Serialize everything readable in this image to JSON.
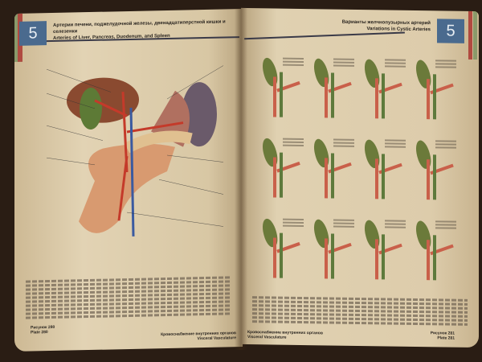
{
  "left_page": {
    "chapter": "5",
    "title_ru": "Артерии печени, поджелудочной железы, двенадцатиперстной кишки и селезенки",
    "title_en": "Arteries of Liver, Pancreas, Duodenum, and Spleen",
    "plate_ru": "Рисунок 280",
    "plate_en": "Plate 280",
    "section_ru": "Кровоснабжение внутренних органов",
    "section_en": "Visceral Vasculature"
  },
  "right_page": {
    "chapter": "5",
    "title_ru": "Варианты желчнопузырных артерий",
    "title_en": "Variations in Cystic Arteries",
    "plate_ru": "Рисунок 281",
    "plate_en": "Plate 281",
    "section_ru": "Кровоснабжение внутренних органов",
    "section_en": "Visceral Vasculature"
  },
  "colors": {
    "chapter_tab": "#4a6a8e",
    "artery": "#c9604a",
    "gallbladder": "#6b7a3a"
  }
}
